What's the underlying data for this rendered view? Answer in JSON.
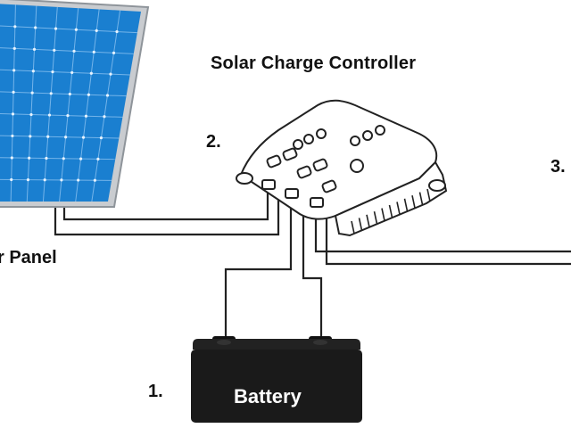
{
  "labels": {
    "controller": "Solar Charge Controller",
    "panel": "r Panel",
    "battery": "Battery",
    "step1": "1.",
    "step2": "2.",
    "step3": "3."
  },
  "colors": {
    "panel_cell": "#1a7fd0",
    "panel_frame": "#9ea4aa",
    "controller_body": "#ffffff",
    "controller_outline": "#222222",
    "battery_body": "#1a1a1a",
    "wire": "#222222"
  }
}
